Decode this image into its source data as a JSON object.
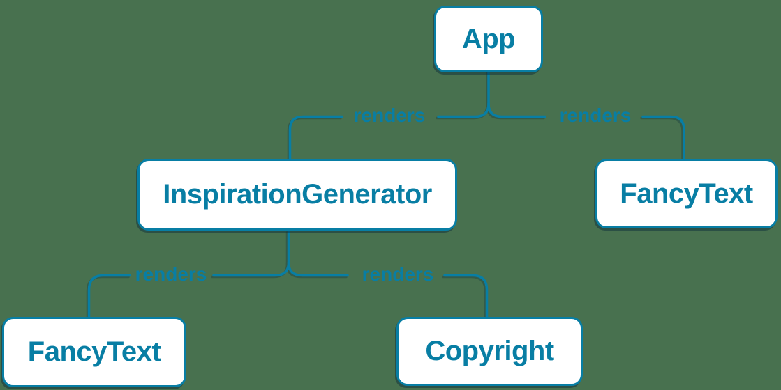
{
  "canvas": {
    "background_color": "#48714F",
    "accent_color": "#087EA4",
    "node_fill_color": "#FFFFFF",
    "shadow_color": "rgba(8,40,58,0.45)"
  },
  "diagram": {
    "type": "tree",
    "description": "React render tree: App renders InspirationGenerator and FancyText; InspirationGenerator renders FancyText and Copyright",
    "nodes": [
      {
        "id": "app",
        "label": "App"
      },
      {
        "id": "inspiration-generator",
        "label": "InspirationGenerator"
      },
      {
        "id": "fancy-text-top",
        "label": "FancyText"
      },
      {
        "id": "fancy-text-bottom",
        "label": "FancyText"
      },
      {
        "id": "copyright",
        "label": "Copyright"
      }
    ],
    "edges": [
      {
        "from": "App",
        "to": "InspirationGenerator",
        "label": "renders"
      },
      {
        "from": "App",
        "to": "FancyText",
        "label": "renders"
      },
      {
        "from": "InspirationGenerator",
        "to": "FancyText",
        "label": "renders"
      },
      {
        "from": "InspirationGenerator",
        "to": "Copyright",
        "label": "renders"
      }
    ]
  }
}
